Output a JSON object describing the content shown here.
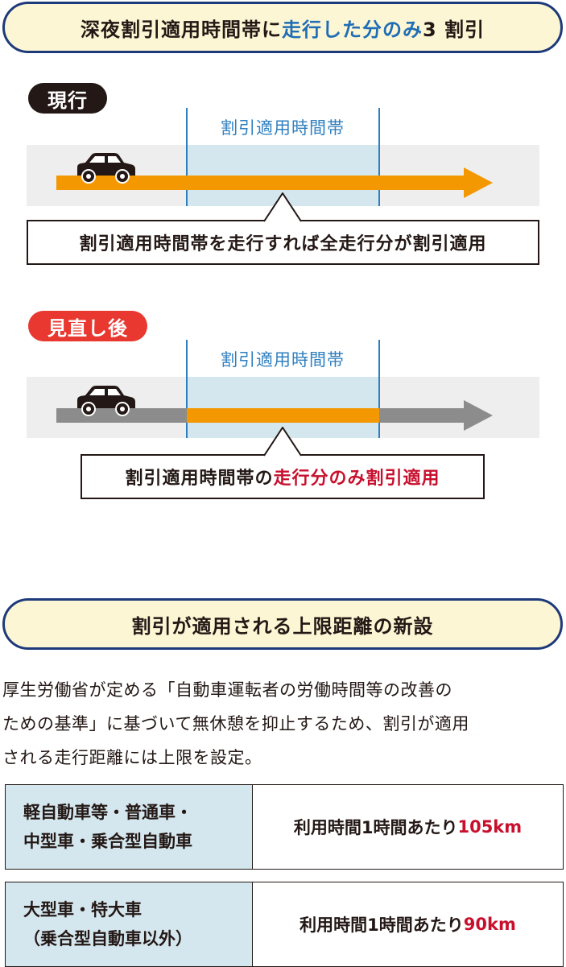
{
  "section1": {
    "title_prefix": "深夜割引適用時間帯に",
    "title_highlight": "走行した分のみ",
    "title_suffix": " 3 割引"
  },
  "current": {
    "badge": "現行",
    "zone_label": "割引適用時間帯",
    "callout": "割引適用時間帯を走行すれば全走行分が割引適用"
  },
  "revised": {
    "badge": "見直し後",
    "zone_label": "割引適用時間帯",
    "callout_prefix": "割引適用時間帯の",
    "callout_highlight": "走行分のみ割引適用"
  },
  "section2": {
    "title": "割引が適用される上限距離の新設"
  },
  "description": {
    "line1": "厚生労働省が定める「自動車運転者の労働時間等の改善の",
    "line2": "ための基準」に基づいて無休憩を抑止するため、割引が適用",
    "line3": "される走行距離には上限を設定。"
  },
  "table": {
    "rows": [
      {
        "label_line1": "軽自動車等・普通車・",
        "label_line2": "中型車・乗合型自動車",
        "value_prefix": "利用時間1時間あたり",
        "value_highlight": "105km"
      },
      {
        "label_line1": "大型車・特大車",
        "label_line2": "（乗合型自動車以外）",
        "value_prefix": "利用時間1時間あたり",
        "value_highlight": "90km"
      }
    ]
  },
  "colors": {
    "orange": "#f39800",
    "gray_bar": "#8c8c8c",
    "red": "#c8102e",
    "blue": "#1f6eb5",
    "badge_current": "#231815",
    "badge_revised": "#e8382f"
  }
}
